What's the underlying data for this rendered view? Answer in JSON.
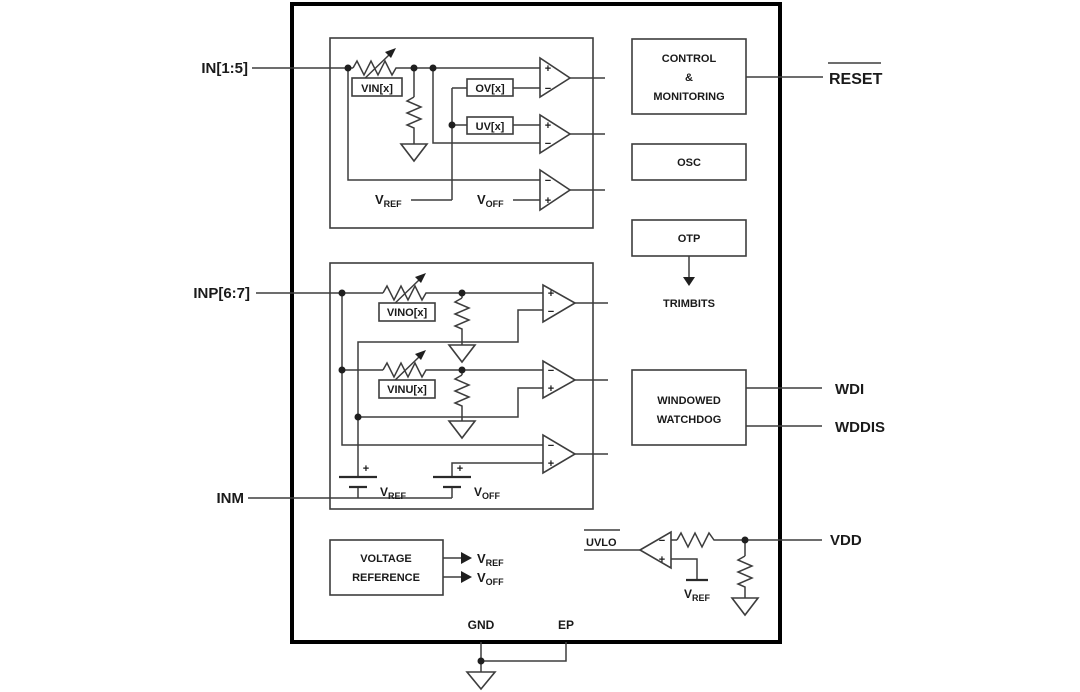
{
  "pins": {
    "in": "IN[1:5]",
    "inp": "INP[6:7]",
    "inm": "INM",
    "reset": "RESET",
    "wdi": "WDI",
    "wddis": "WDDIS",
    "vdd": "VDD",
    "gnd": "GND",
    "ep": "EP"
  },
  "blocks": {
    "control_monitoring": {
      "line1": "CONTROL",
      "line2": "&",
      "line3": "MONITORING"
    },
    "osc": "OSC",
    "otp": "OTP",
    "trimbits": "TRIMBITS",
    "windowed_watchdog": {
      "line1": "WINDOWED",
      "line2": "WATCHDOG"
    },
    "voltage_reference": {
      "line1": "VOLTAGE",
      "line2": "REFERENCE"
    },
    "uvlo": "UVLO"
  },
  "thresholds": {
    "vin": "VIN[x]",
    "ov": "OV[x]",
    "uv": "UV[x]",
    "vino": "VINO[x]",
    "vinu": "VINU[x]"
  },
  "signals": {
    "vref": {
      "main": "V",
      "sub": "REF"
    },
    "voff": {
      "main": "V",
      "sub": "OFF"
    }
  },
  "symbols": {
    "plus": "+",
    "minus": "−"
  },
  "colors": {
    "line": "#3d3d3d",
    "border": "#000000",
    "text": "#1a1a1a",
    "background": "#ffffff"
  }
}
